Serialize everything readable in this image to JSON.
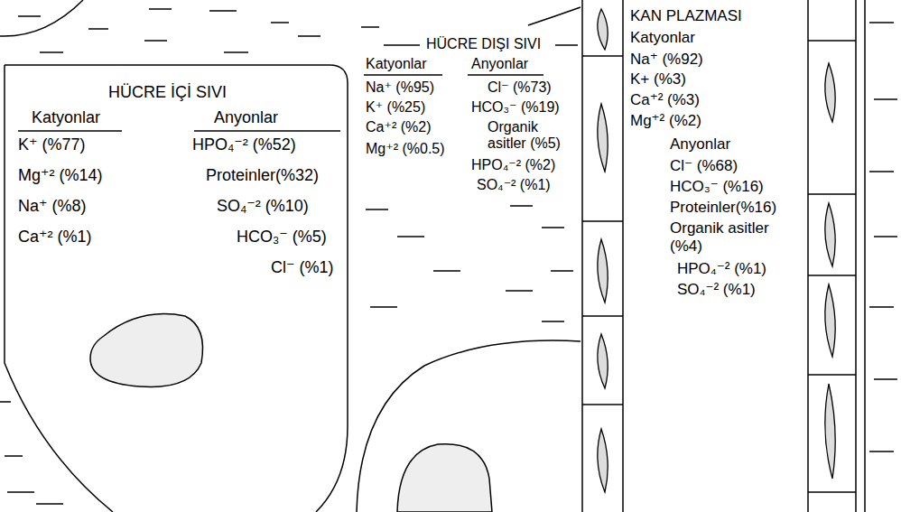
{
  "diagram": {
    "nodes": [
      {
        "text": [
          "HÜCRE İÇİ SIVI",
          "Katyonlar",
          "K⁺ (%77)",
          "Mg⁺² (%14)",
          "Na⁺ (%8)",
          "Ca⁺² (%1)",
          "Anyonlar",
          "HPO₄⁻² (%52)",
          "Proteinler(%32)",
          "SO₄⁻² (%10)",
          "HCO₃⁻ (%5)",
          "Cl⁻ (%1)"
        ]
      },
      {
        "text": [
          "KAN PLAZMASI",
          "Katyonlar",
          "Na⁺ (%92)",
          "K+ (%3)",
          "Ca⁺² (%3)",
          "Mg⁺² (%2)",
          "Anyonlar",
          "Cl⁻ (%68)",
          "HCO₃⁻ (%16)",
          "Proteinler(%16)",
          "Organik asitler (%4)",
          "HPO₄⁻² (%1)",
          "SO₄⁻² (%1)"
        ]
      }
    ],
    "labels": [
      "HÜCRE DIŞI SIVI",
      "Katyonlar",
      "Anyonlar",
      "Na⁺ (%95)",
      "K⁺ (%25)",
      "Ca⁺² (%2)",
      "Mg⁺² (%0.5)",
      "Cl⁻ (%73)",
      "HCO₃⁻ (%19)",
      "Organik asitler (%5)",
      "HPO₄⁻² (%2)",
      "SO₄⁻² (%1)"
    ]
  }
}
